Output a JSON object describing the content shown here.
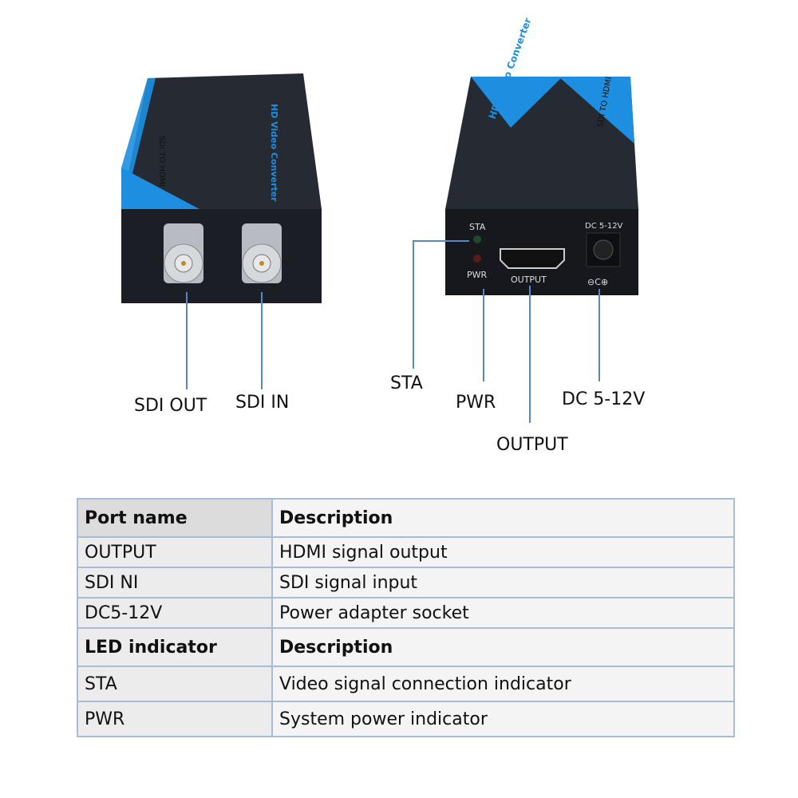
{
  "devices": {
    "left_top_label": "HD Video Converter",
    "left_side_label": "SDI TO HDMI",
    "right_top_label": "HD Video Converter",
    "right_side_label": "SDI TO HDMI",
    "panel_labels": {
      "sta": "STA",
      "pwr": "PWR",
      "output": "OUTPUT",
      "dc": "DC 5-12V"
    },
    "colors": {
      "body": "#1d2028",
      "accent": "#1e8fe0",
      "callout_line": "#5a86c6"
    }
  },
  "callouts": {
    "sdi_out": "SDI OUT",
    "sdi_in": "SDI IN",
    "sta": "STA",
    "pwr": "PWR",
    "output": "OUTPUT",
    "dc": "DC 5-12V"
  },
  "table": {
    "sections": [
      {
        "header": [
          "Port name",
          "Description"
        ],
        "rows": [
          [
            "OUTPUT",
            "HDMI signal output"
          ],
          [
            "SDI NI",
            "SDI signal input"
          ],
          [
            "DC5-12V",
            "Power adapter socket"
          ]
        ]
      },
      {
        "header": [
          "LED indicator",
          "Description"
        ],
        "rows": [
          [
            "STA",
            "Video signal connection indicator"
          ],
          [
            "PWR",
            "System power indicator"
          ]
        ]
      }
    ]
  }
}
